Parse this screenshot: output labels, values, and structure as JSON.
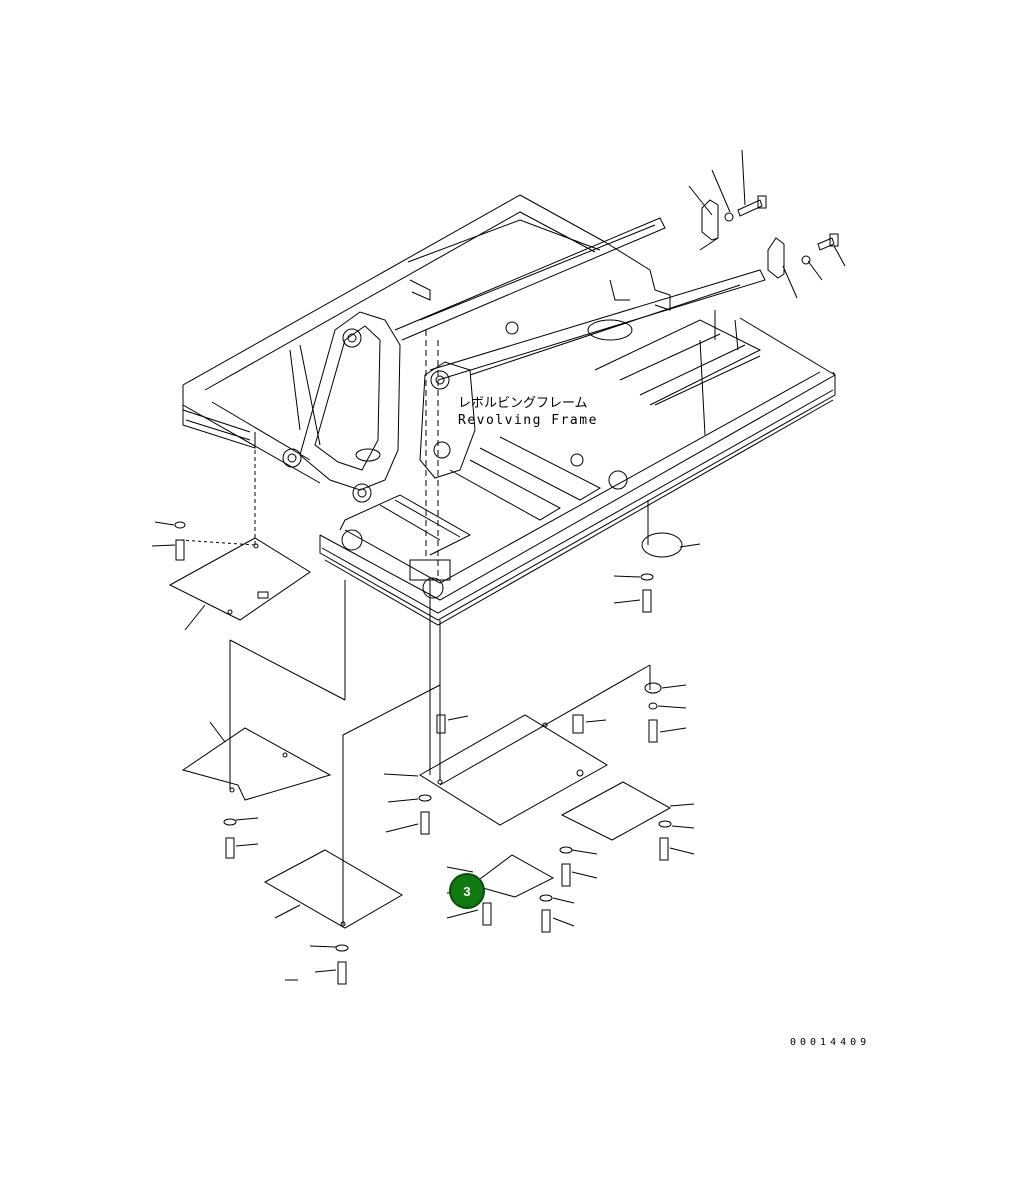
{
  "labels": {
    "part_name_jp": "レボルビングフレーム",
    "part_name_en": "Revolving Frame",
    "drawing_number": "00014409"
  },
  "callouts": [
    {
      "number": "3",
      "color": "#0f7a0f"
    }
  ],
  "colors": {
    "line": "#000000",
    "background": "#ffffff",
    "callout_fill": "#0f7a0f"
  }
}
